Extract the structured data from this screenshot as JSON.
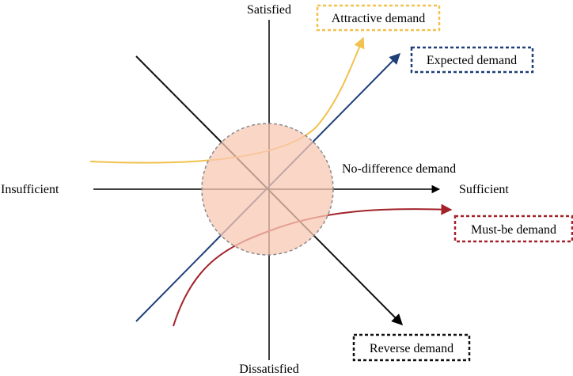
{
  "diagram": {
    "axes": {
      "top": "Satisfied",
      "bottom": "Dissatisfied",
      "left": "Insufficient",
      "right": "Sufficient"
    },
    "labels": {
      "attractive": "Attractive demand",
      "expected": "Expected demand",
      "no_difference": "No-difference demand",
      "must_be": "Must-be demand",
      "reverse": "Reverse demand"
    },
    "colors": {
      "attractive": "#F2C14E",
      "expected": "#1F3F7A",
      "must_be": "#A3222A",
      "reverse": "#111111",
      "no_difference_fill": "#F8C8B4",
      "no_difference_border": "#8A8A8A",
      "axis": "#000000"
    }
  }
}
